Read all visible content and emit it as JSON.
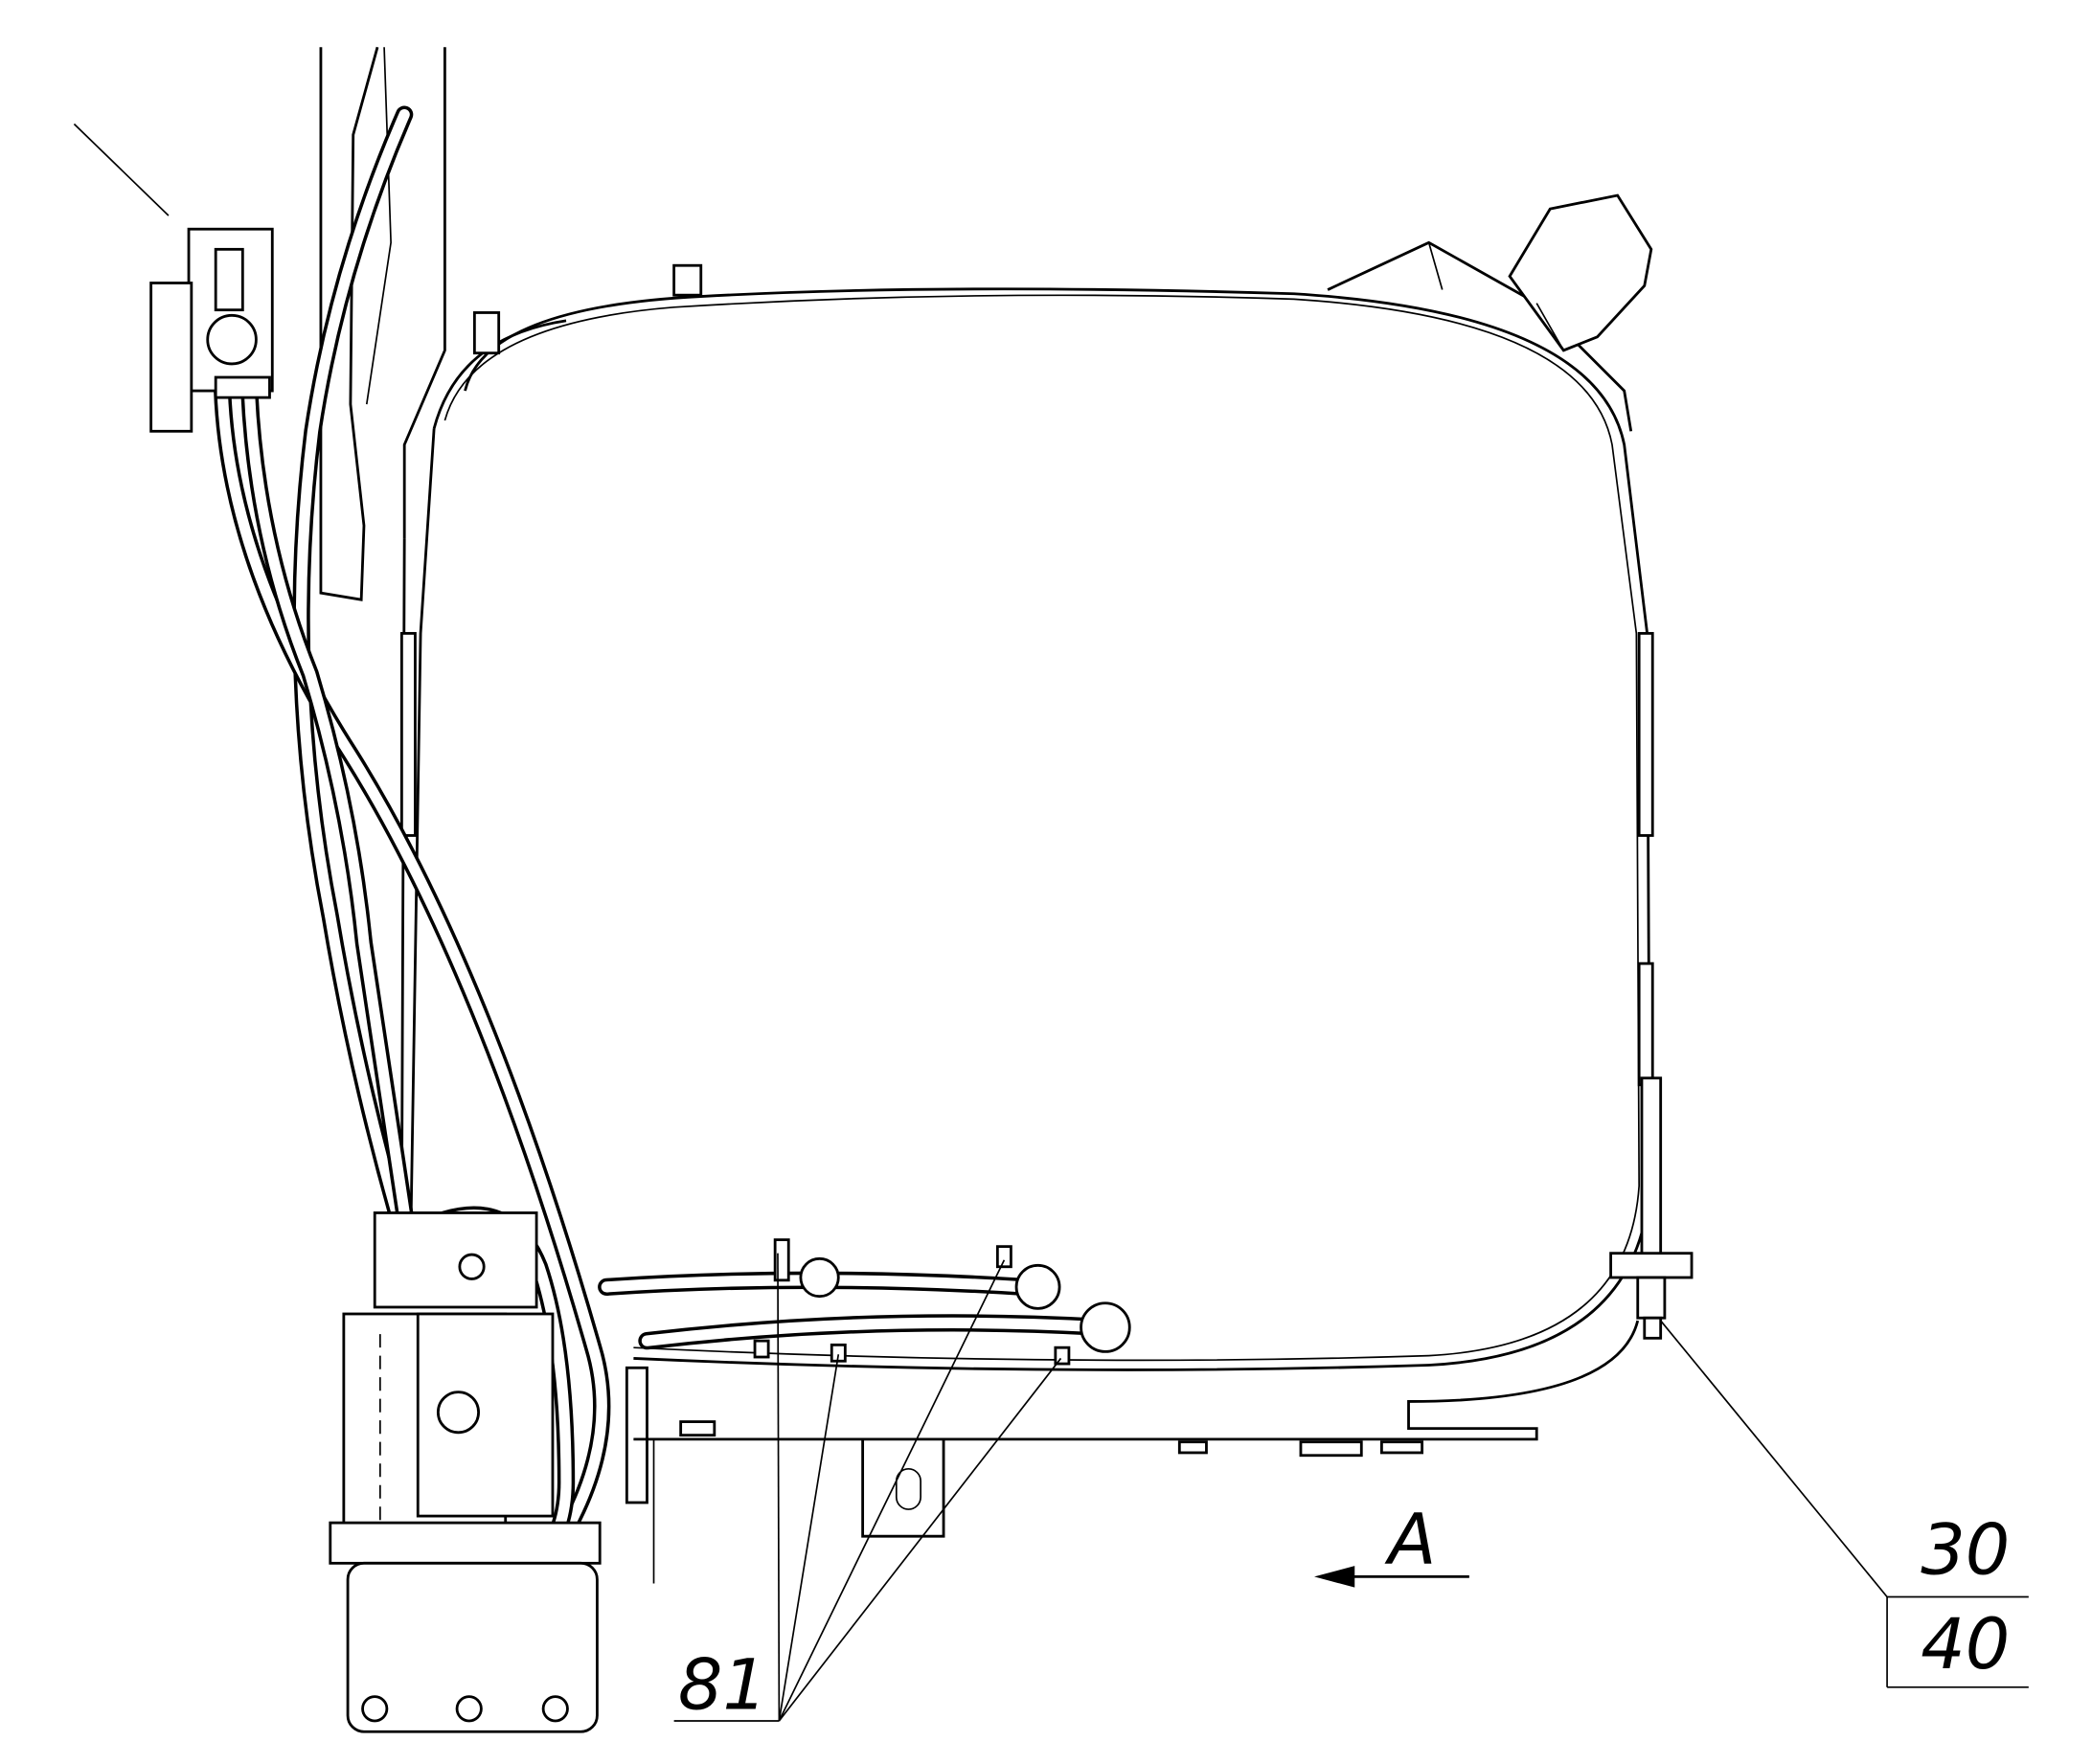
{
  "drawing": {
    "view_arrow_label": "A",
    "callouts": [
      {
        "id": "callout-30-40",
        "top": "30",
        "bottom": "40"
      },
      {
        "id": "callout-81",
        "label": "81"
      }
    ]
  }
}
